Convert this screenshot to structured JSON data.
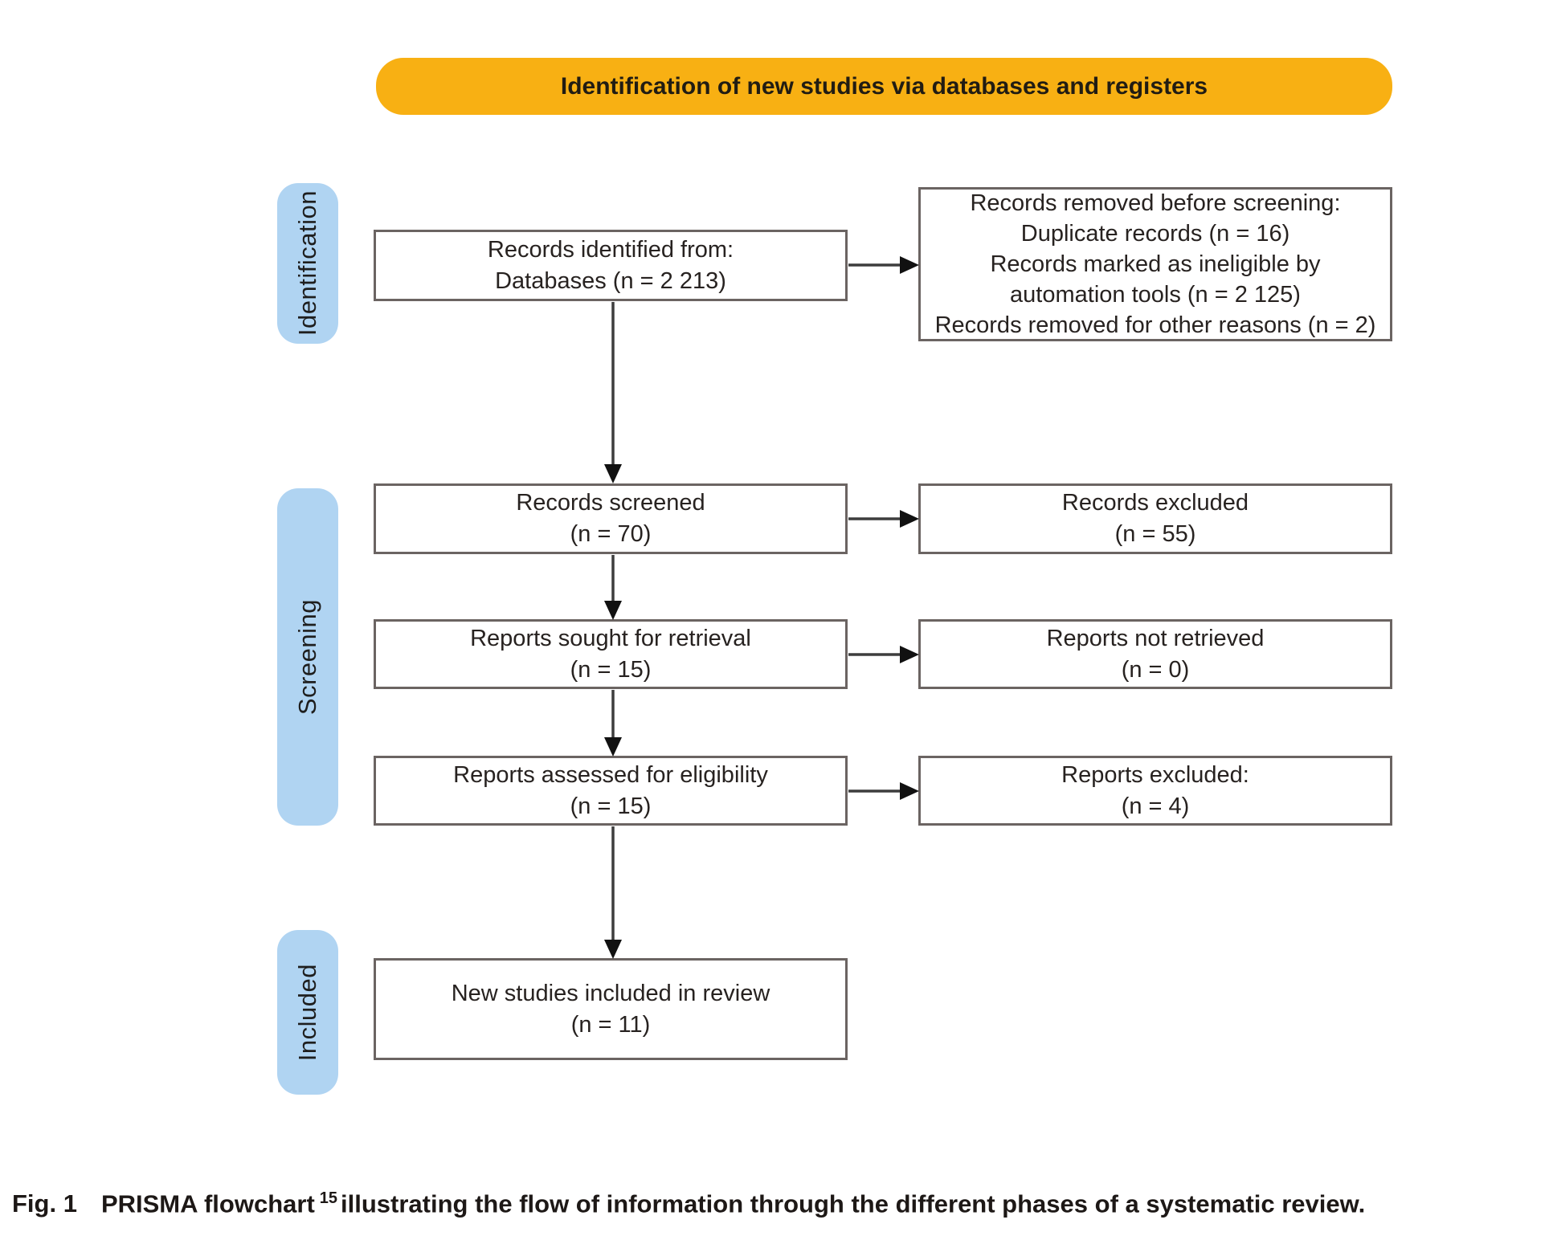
{
  "banner": {
    "label": "Identification of new studies via databases and registers"
  },
  "stages": {
    "identification": "Identification",
    "screening": "Screening",
    "included": "Included"
  },
  "main_flow": {
    "records_identified": {
      "line1": "Records identified from:",
      "line2": "Databases (n = 2 213)"
    },
    "records_screened": {
      "line1": "Records screened",
      "line2": "(n = 70)"
    },
    "reports_sought": {
      "line1": "Reports sought for retrieval",
      "line2": "(n = 15)"
    },
    "reports_assessed": {
      "line1": "Reports assessed for eligibility",
      "line2": "(n = 15)"
    },
    "new_studies_included": {
      "line1": "New studies included in review",
      "line2": "(n = 11)"
    }
  },
  "exclusions": {
    "removed_before_screening": {
      "line1": "Records removed before screening:",
      "line2": "Duplicate records (n = 16)",
      "line3": "Records marked as ineligible by automation tools (n = 2 125)",
      "line4": "Records removed for other reasons (n = 2)"
    },
    "records_excluded": {
      "line1": "Records excluded",
      "line2": "(n = 55)"
    },
    "reports_not_retrieved": {
      "line1": "Reports not retrieved",
      "line2": "(n = 0)"
    },
    "reports_excluded": {
      "line1": "Reports excluded:",
      "line2": "(n = 4)"
    }
  },
  "caption": {
    "label": "Fig. 1",
    "text_before_sup": "PRISMA flowchart",
    "superscript": "15",
    "text_after_sup": "illustrating the flow of information through the different phases of a systematic review."
  },
  "colors": {
    "banner_bg": "#F8B013",
    "stage_pill_bg": "#B0D4F2",
    "box_border": "#6b6462",
    "arrow": "#3d3d3d"
  }
}
